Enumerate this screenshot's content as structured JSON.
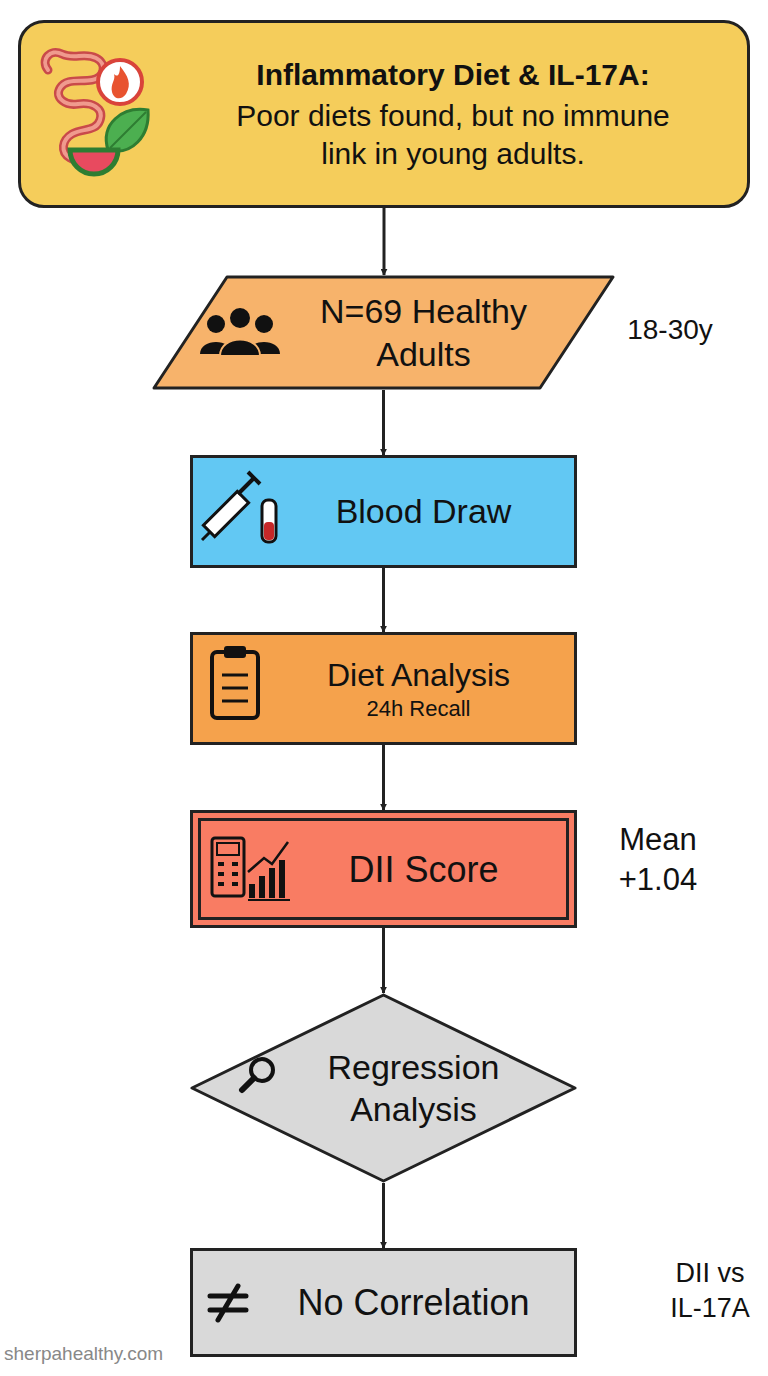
{
  "diagram": {
    "nodes": [
      {
        "text": [
          "Inflammatory Diet & IL-17A:",
          "Poor diets found, but no immune link in young adults."
        ]
      },
      {
        "text": [
          "N=69 Healthy Adults"
        ]
      },
      {
        "text": [
          "Blood Draw"
        ]
      },
      {
        "text": [
          "Diet Analysis",
          "24h Recall"
        ]
      },
      {
        "text": [
          "DII Score"
        ]
      },
      {
        "text": [
          "Regression Analysis"
        ]
      },
      {
        "text": [
          "No Correlation"
        ]
      }
    ],
    "edges": [
      {
        "from": 0,
        "to": 1,
        "arrow": "to"
      },
      {
        "from": 1,
        "to": 2,
        "arrow": "to"
      },
      {
        "from": 2,
        "to": 3,
        "arrow": "to"
      },
      {
        "from": 3,
        "to": 4,
        "arrow": "to"
      },
      {
        "from": 4,
        "to": 5,
        "arrow": "to"
      },
      {
        "from": 5,
        "to": 6,
        "arrow": "to"
      }
    ],
    "labels": [
      "18-30y",
      "Mean +1.04",
      "DII vs IL-17A",
      "sherpahealthy.com"
    ]
  }
}
